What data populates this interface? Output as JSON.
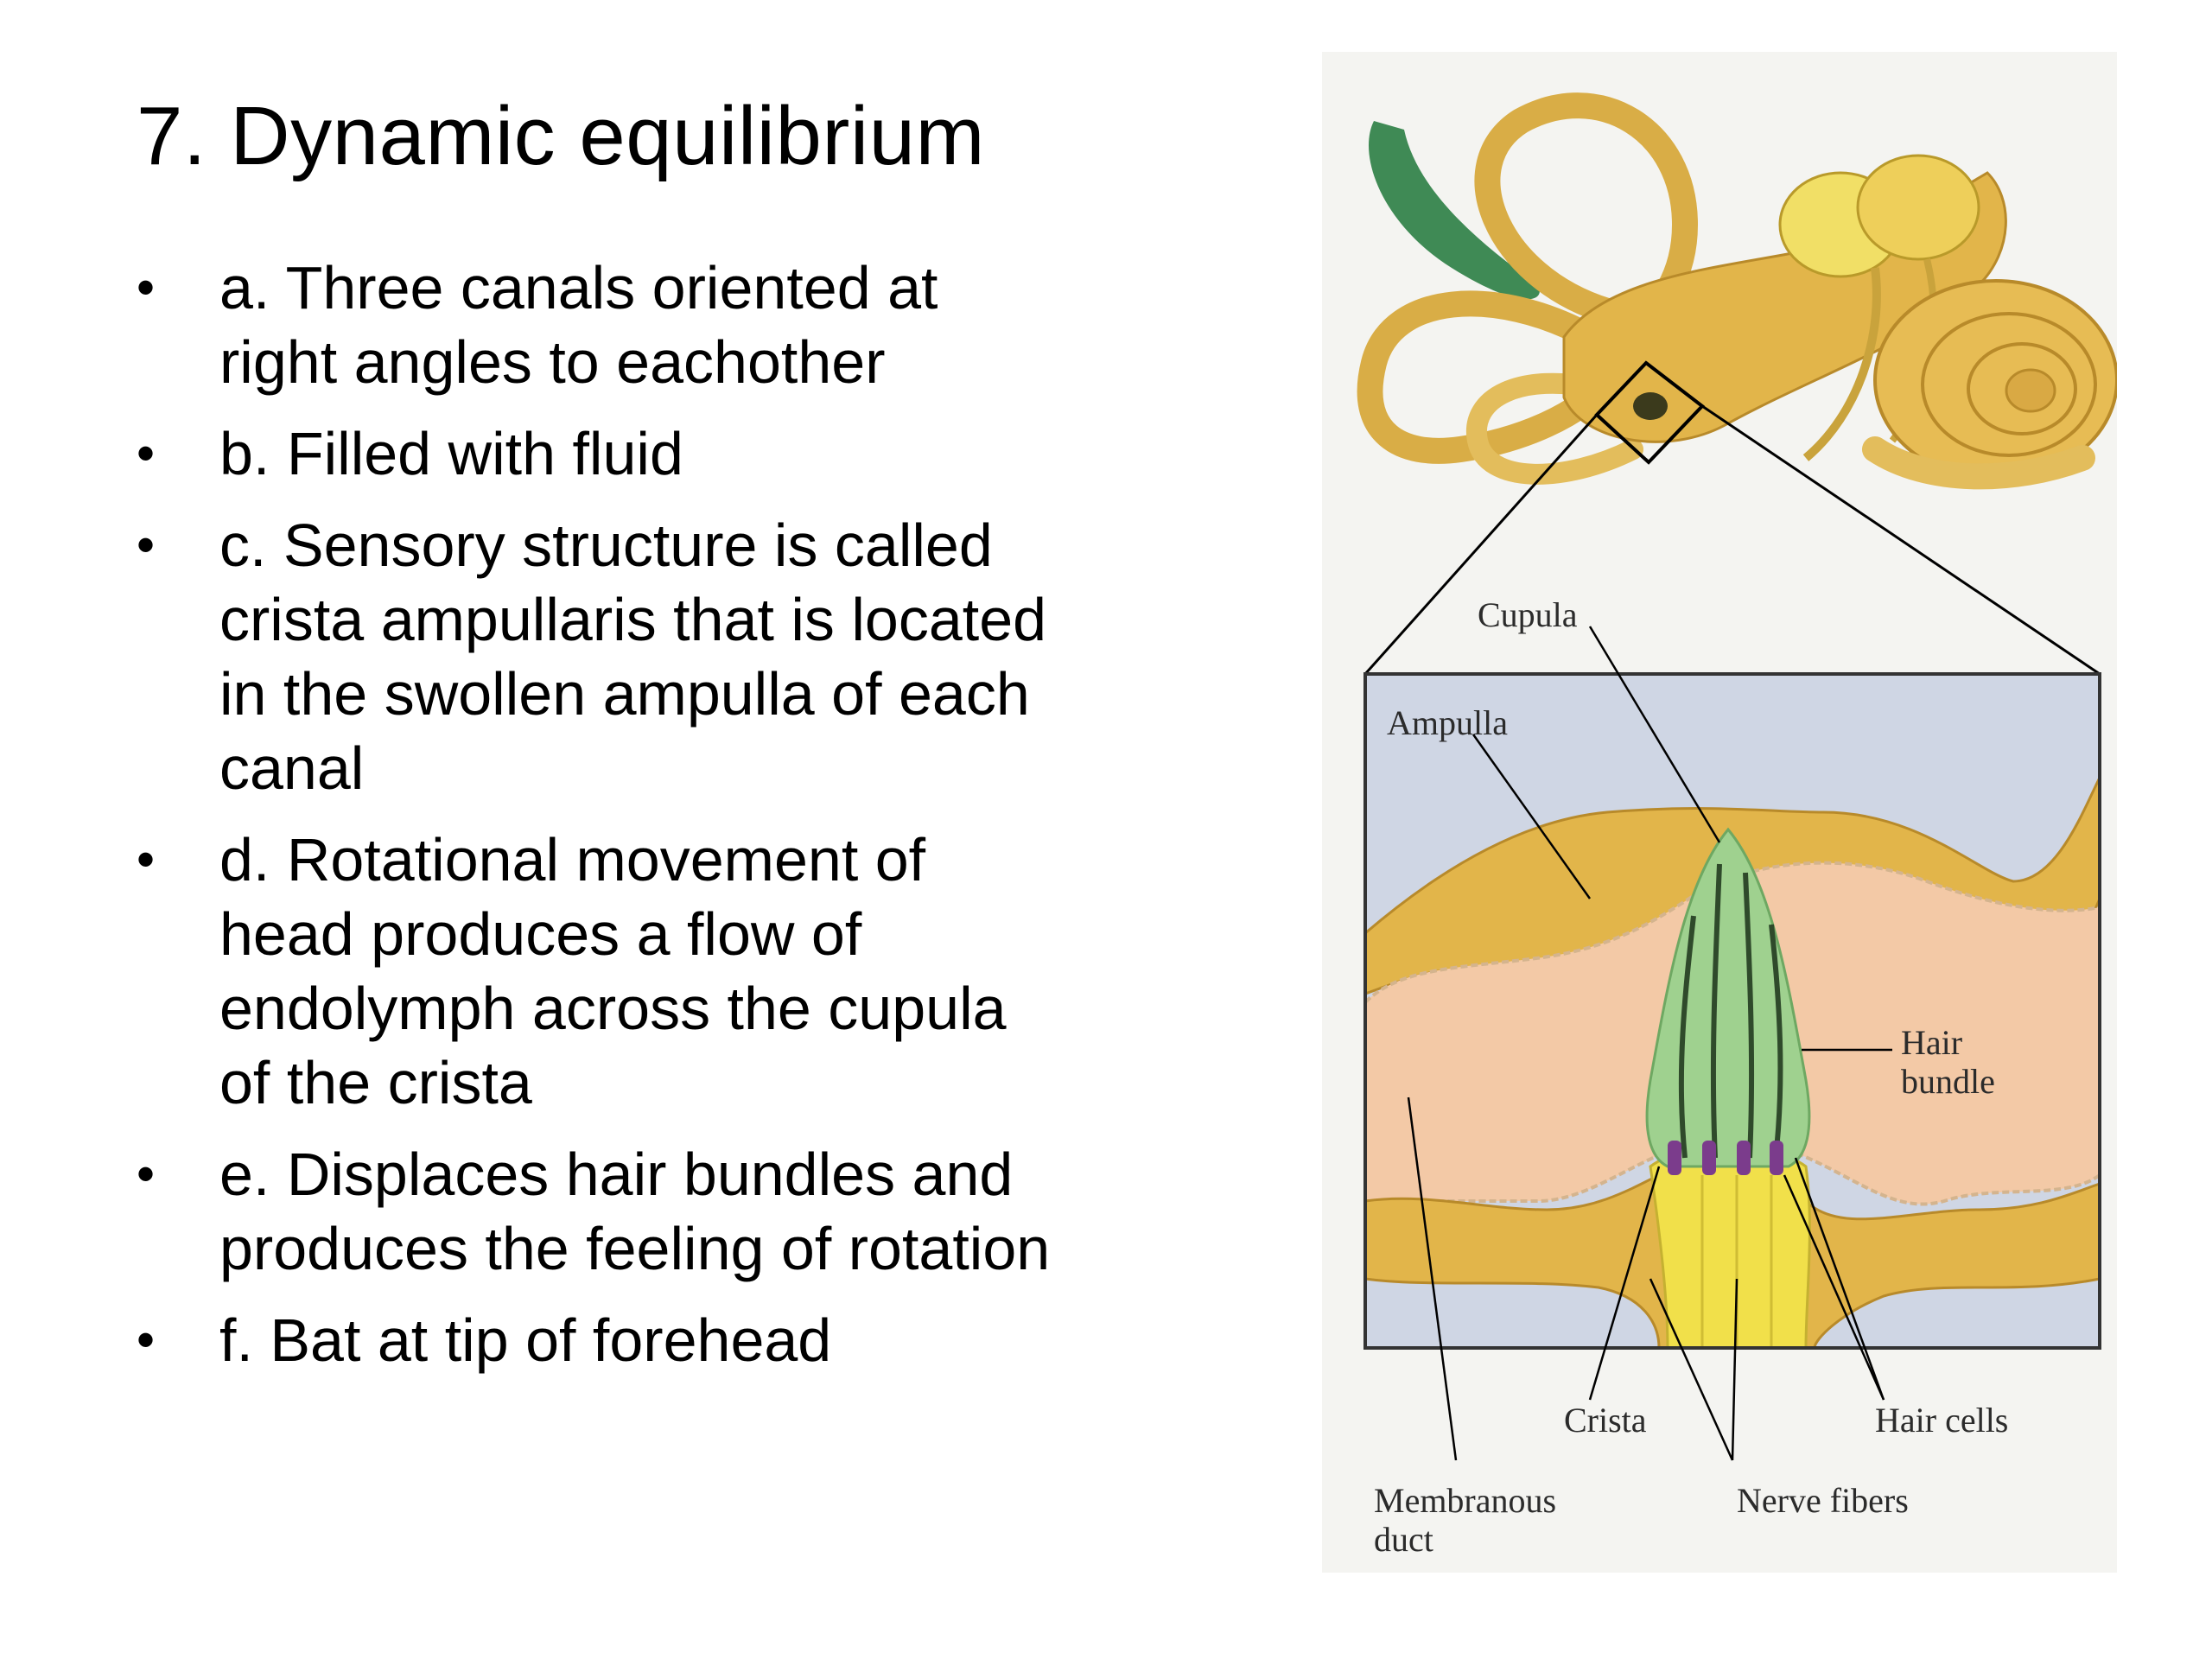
{
  "slide": {
    "title": "7.  Dynamic equilibrium",
    "bullets": [
      "a.  Three canals oriented at right angles to eachother",
      "b.  Filled with fluid",
      "c.  Sensory structure is called crista ampullaris that is located in the swollen ampulla of each canal",
      "d.  Rotational movement of head produces a flow of endolymph across the cupula  of the crista",
      "e.  Displaces hair bundles and produces the feeling of rotation",
      "f.  Bat at tip of forehead"
    ]
  },
  "figure": {
    "labels": {
      "cupula": "Cupula",
      "ampulla": "Ampulla",
      "hair_bundle_1": "Hair",
      "hair_bundle_2": "bundle",
      "crista": "Crista",
      "hair_cells": "Hair cells",
      "membranous_duct_1": "Membranous",
      "membranous_duct_2": "duct",
      "nerve_fibers": "Nerve fibers"
    },
    "colors": {
      "bone": "#e2b54a",
      "endolymph": "#f3c9a6",
      "cupula": "#9fd18f",
      "nerve": "#f1e04a",
      "hair_cell": "#7b3c8c",
      "background": "#cfd6e4"
    }
  }
}
